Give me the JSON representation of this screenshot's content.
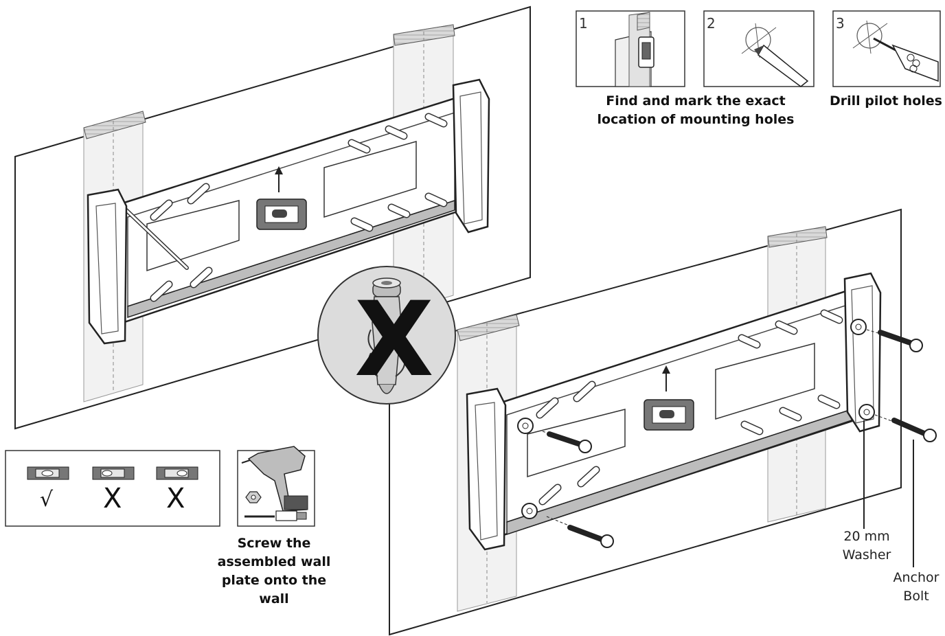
{
  "steps": [
    {
      "number": "1"
    },
    {
      "number": "2"
    },
    {
      "number": "3"
    }
  ],
  "captions": {
    "find_mark": [
      "Find and mark the exact",
      "location of mounting holes"
    ],
    "drill": "Drill pilot holes",
    "screw": [
      "Screw the",
      "assembled wall",
      "plate onto the",
      "wall"
    ]
  },
  "level_marks": [
    "√",
    "X",
    "X"
  ],
  "prohibited_mark": "X",
  "labels": {
    "washer": [
      "20 mm",
      "Washer"
    ],
    "bolt": [
      "Anchor",
      "Bolt"
    ]
  }
}
